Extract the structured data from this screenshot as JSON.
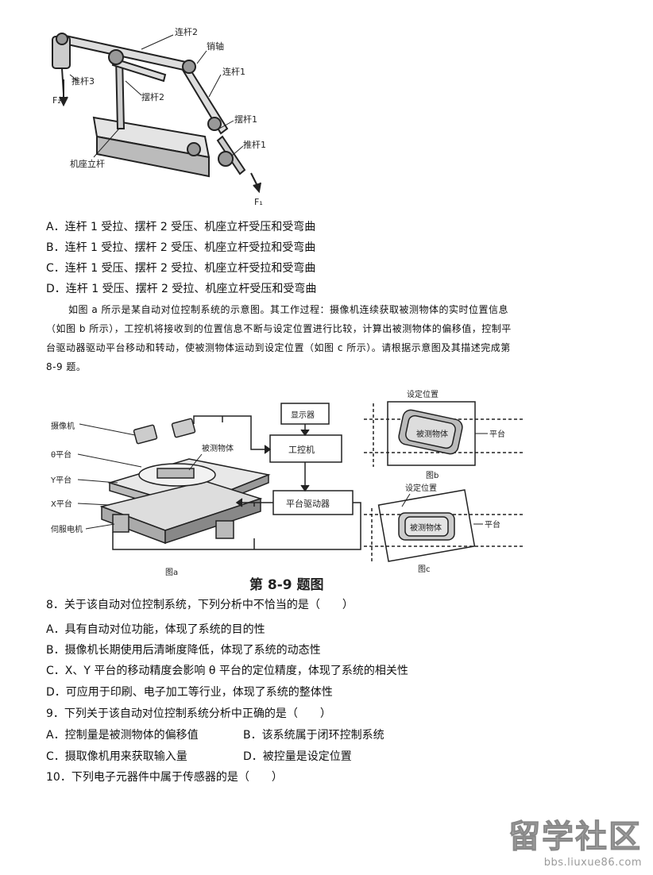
{
  "figure1": {
    "labels": {
      "link2": "连杆2",
      "pin": "销轴",
      "link1": "连杆1",
      "rocker1": "摆杆1",
      "pushrod1": "推杆1",
      "pushrod3": "推杆3",
      "rocker2": "摆杆2",
      "f2": "F₂",
      "f1": "F₁",
      "post": "机座立杆"
    }
  },
  "q7_options": [
    {
      "letter": "A．",
      "text": "连杆 1 受拉、摆杆 2 受压、机座立杆受压和受弯曲"
    },
    {
      "letter": "B．",
      "text": "连杆 1 受拉、摆杆 2 受压、机座立杆受拉和受弯曲"
    },
    {
      "letter": "C．",
      "text": "连杆 1 受压、摆杆 2 受拉、机座立杆受拉和受弯曲"
    },
    {
      "letter": "D．",
      "text": "连杆 1 受压、摆杆 2 受拉、机座立杆受压和受弯曲"
    }
  ],
  "intro": {
    "line1": "如图 a 所示是某自动对位控制系统的示意图。其工作过程：摄像机连续获取被测物体的实时位置信息",
    "line2": "（如图 b 所示），工控机将接收到的位置信息不断与设定位置进行比较，计算出被测物体的偏移值，控制平",
    "line3": "台驱动器驱动平台移动和转动，使被测物体运动到设定位置（如图 c 所示）。请根据示意图及其描述完成第",
    "line4": "8-9 题。"
  },
  "figure2": {
    "labels": {
      "camera": "摄像机",
      "theta": "θ平台",
      "y": "Y平台",
      "x": "X平台",
      "motor": "伺服电机",
      "object": "被测物体",
      "display": "显示器",
      "ipc": "工控机",
      "driver": "平台驱动器",
      "fig_a": "图a",
      "caption": "第 8-9 题图",
      "set_b": "设定位置",
      "obj_b": "被测物体",
      "plat_b": "平台",
      "fig_b": "图b",
      "set_c": "设定位置",
      "obj_c": "被测物体",
      "plat_c": "平台",
      "fig_c": "图c"
    }
  },
  "q8": {
    "stem": "8．关于该自动对位控制系统，下列分析中不恰当的是（　　）",
    "options": [
      "A．具有自动对位功能，体现了系统的目的性",
      "B．摄像机长期使用后清晰度降低，体现了系统的动态性",
      "C．X、Y 平台的移动精度会影响 θ 平台的定位精度，体现了系统的相关性",
      "D．可应用于印刷、电子加工等行业，体现了系统的整体性"
    ]
  },
  "q9": {
    "stem": "9．下列关于该自动对位控制系统分析中正确的是（　　）",
    "A": "A．控制量是被测物体的偏移值",
    "B": "B．该系统属于闭环控制系统",
    "C": "C．摄取像机用来获取输入量",
    "D": "D．被控量是设定位置"
  },
  "q10": {
    "stem": "10．下列电子元器件中属于传感器的是（　　）"
  },
  "watermark": {
    "brand": "留学社区",
    "url": "bbs.liuxue86.com"
  }
}
